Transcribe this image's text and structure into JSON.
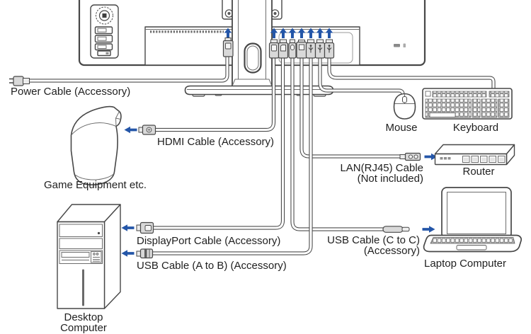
{
  "colors": {
    "line": "#474747",
    "arrow_blue": "#2456a8",
    "text": "#1f1f1f",
    "plug_gray": "#d9d9d9"
  },
  "labels": {
    "power_cable": "Power Cable (Accessory)",
    "hdmi_cable": "HDMI Cable (Accessory)",
    "game_equipment": "Game Equipment etc.",
    "displayport_cable": "DisplayPort Cable (Accessory)",
    "usb_ab_cable": "USB Cable (A to B) (Accessory)",
    "usb_cc_line1": "USB Cable (C to C)",
    "usb_cc_line2": "(Accessory)",
    "lan_line1": "LAN(RJ45) Cable",
    "lan_line2": "(Not included)",
    "desktop_line1": "Desktop",
    "desktop_line2": "Computer",
    "mouse": "Mouse",
    "keyboard": "Keyboard",
    "router": "Router",
    "laptop": "Laptop Computer"
  },
  "monitor": {
    "ports": [
      "ac-inlet",
      "hdmi",
      "displayport",
      "usb-c",
      "lan-rj45",
      "usb-b",
      "usb-a-1",
      "usb-a-2"
    ],
    "connections": [
      {
        "port": "ac-inlet",
        "cable": "power_cable",
        "device": "wall-power"
      },
      {
        "port": "hdmi",
        "cable": "hdmi_cable",
        "device": "game_equipment"
      },
      {
        "port": "displayport",
        "cable": "displayport_cable",
        "device": "desktop_computer"
      },
      {
        "port": "usb-c",
        "cable": "usb_cc_cable",
        "device": "laptop"
      },
      {
        "port": "lan-rj45",
        "cable": "lan_cable",
        "device": "router"
      },
      {
        "port": "usb-b",
        "cable": "usb_ab_cable",
        "device": "desktop_computer"
      },
      {
        "port": "usb-a-1",
        "cable": "mouse-cable",
        "device": "mouse"
      },
      {
        "port": "usb-a-2",
        "cable": "keyboard-cable",
        "device": "keyboard"
      }
    ]
  }
}
